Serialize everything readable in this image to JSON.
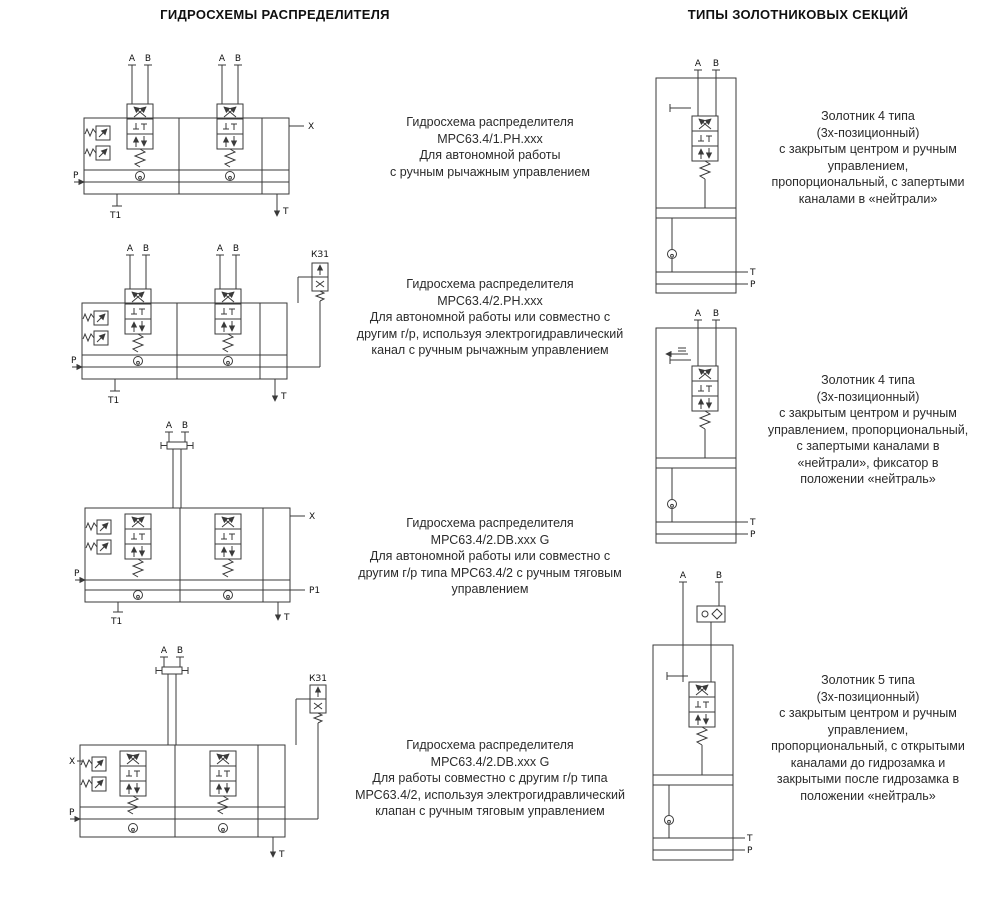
{
  "header": {
    "left_title": "ГИДРОСХЕМЫ РАСПРЕДЕЛИТЕЛЯ",
    "right_title": "ТИПЫ ЗОЛОТНИКОВЫХ СЕКЦИЙ"
  },
  "labels": {
    "a": "A",
    "b": "B",
    "p": "P",
    "t": "T",
    "t1": "T1",
    "p1": "P1",
    "x": "X",
    "kz1": "КЗ1"
  },
  "left_diagrams": [
    {
      "description": "Гидросхема распределителя\nМРС63.4/1.РН.xxx\nДля автономной работы\nс ручным рычажным управлением"
    },
    {
      "description": "Гидросхема распределителя\nМРС63.4/2.РН.xxx\nДля автономной работы или совместно с\nдругим г/р, используя электрогидравлический\nканал с ручным рычажным управлением"
    },
    {
      "description": "Гидросхема распределителя\nМРС63.4/2.DB.xxx G\nДля автономной работы или совместно с\nдругим г/р типа МРС63.4/2 с ручным тяговым\nуправлением"
    },
    {
      "description": "Гидросхема распределителя\nМРС63.4/2.DB.xxx G\nДля работы совместно с другим г/р типа\nМРС63.4/2, используя электрогидравлический\nклапан с ручным тяговым управлением"
    }
  ],
  "right_diagrams": [
    {
      "description": "Золотник 4 типа\n(3х-позиционный)\nс закрытым центром и ручным\nуправлением,\nпропорциональный, с запертыми\nканалами в «нейтрали»"
    },
    {
      "description": "Золотник 4 типа\n(3х-позиционный)\nс закрытым центром и ручным\nуправлением, пропорциональный,\nс запертыми каналами в\n«нейтрали», фиксатор в\nположении «нейтраль»"
    },
    {
      "description": "Золотник 5 типа\n(3х-позиционный)\nс закрытым центром и ручным\nуправлением,\nпропорциональный, с открытыми\nканалами до гидрозамка и\nзакрытыми после гидрозамка в\nположении «нейтраль»"
    }
  ]
}
